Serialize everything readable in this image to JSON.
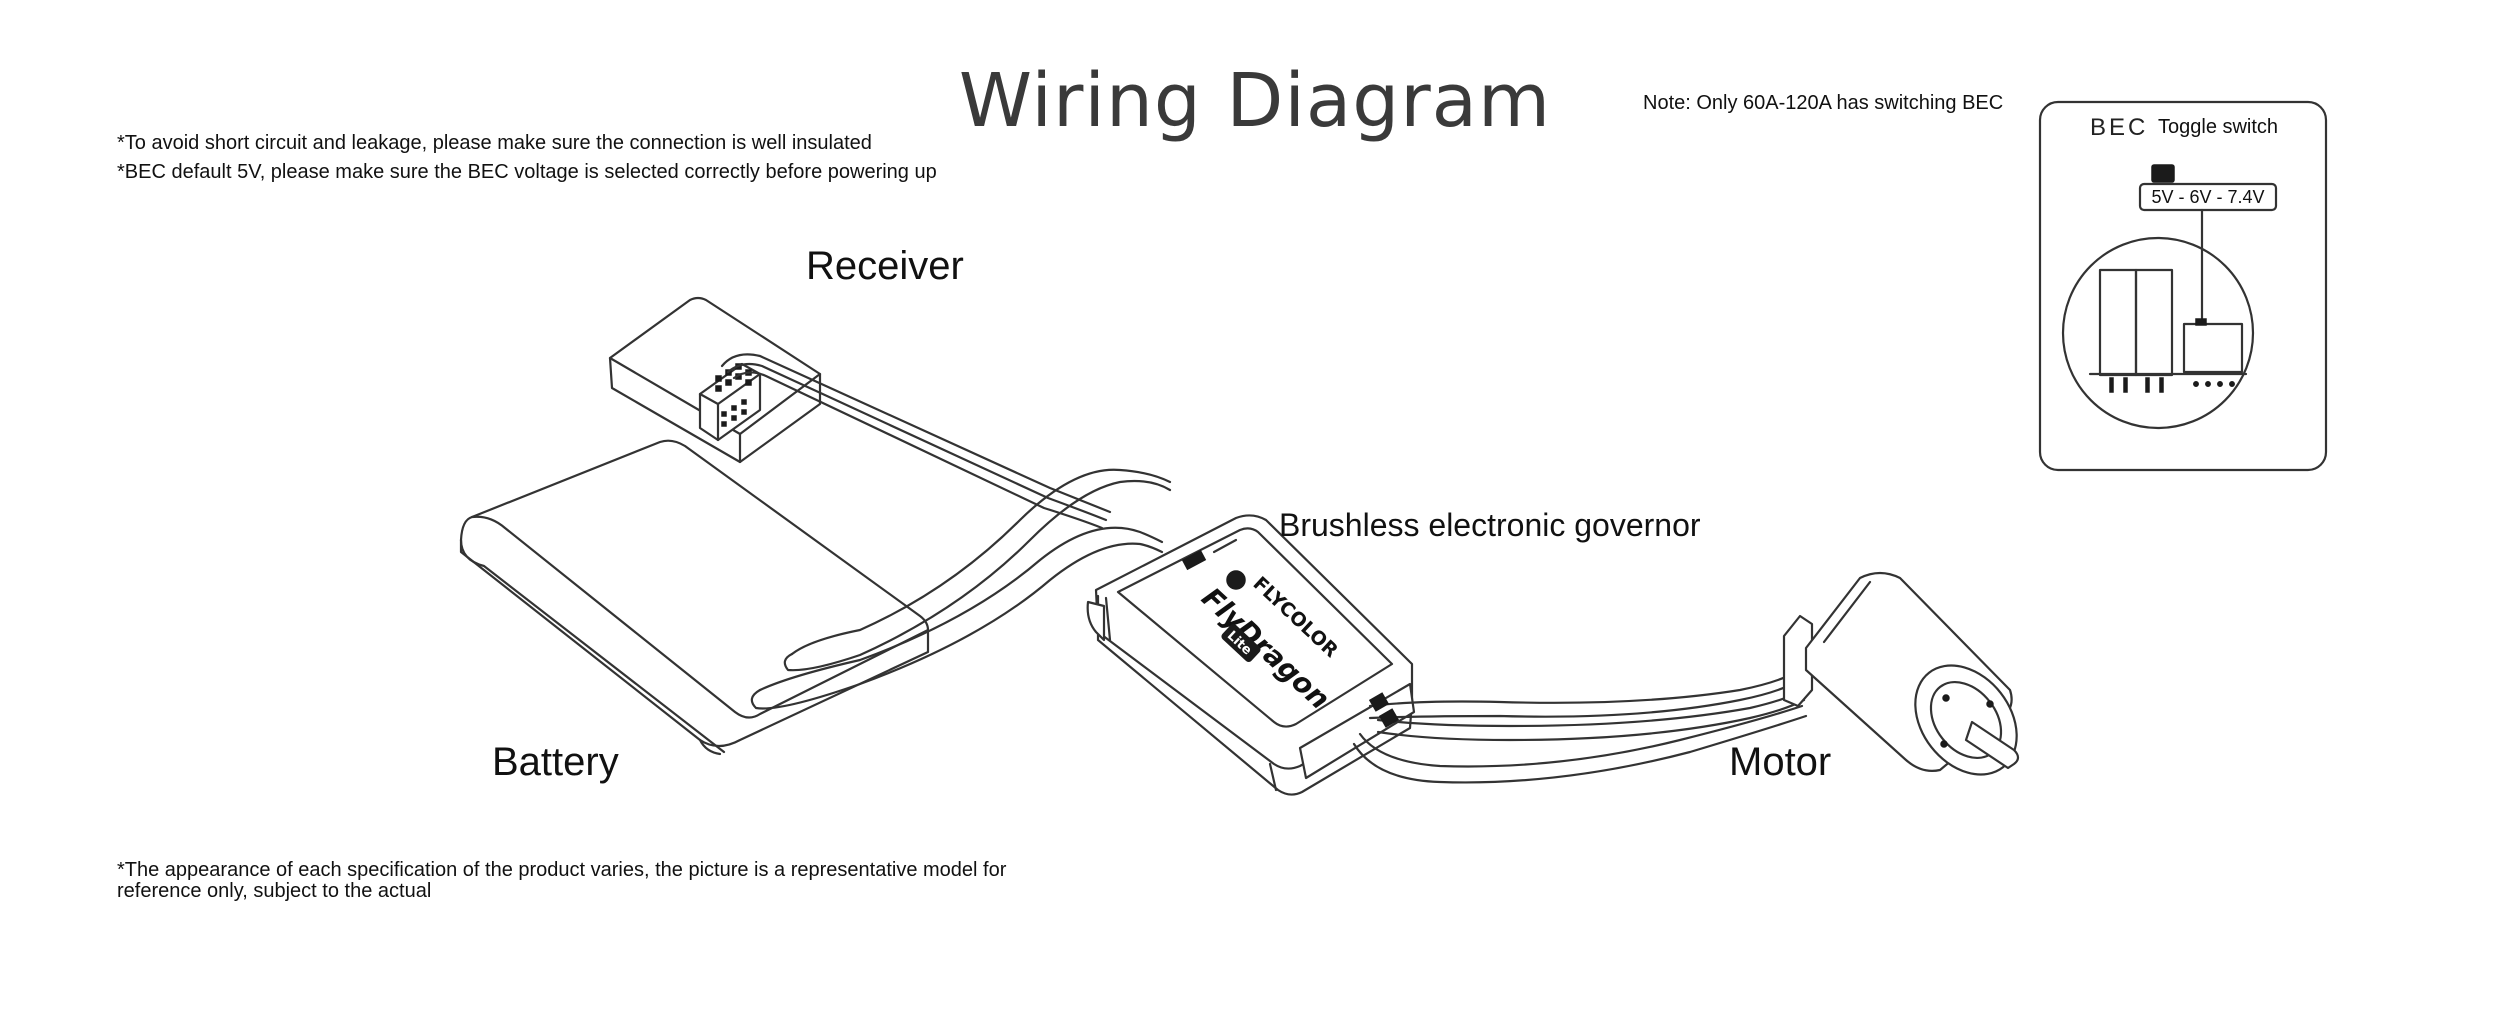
{
  "title": "Wiring Diagram",
  "notes": {
    "insulation": "*To avoid short circuit and leakage, please make sure the connection is well insulated",
    "bec_default": "*BEC default 5V, please make sure the BEC voltage is selected correctly before powering up",
    "switching_bec": "Note: Only 60A-120A has switching BEC",
    "disclaimer_line1": "*The appearance of each specification of the product varies, the picture is a representative model for",
    "disclaimer_line2": "reference only, subject to the actual"
  },
  "labels": {
    "receiver": "Receiver",
    "battery": "Battery",
    "esc": "Brushless electronic governor",
    "motor": "Motor"
  },
  "bec_inset": {
    "bec": "BEC",
    "toggle": "Toggle switch",
    "options": "5V - 6V - 7.4V"
  },
  "esc_brand": {
    "maker": "FLYCOLOR",
    "model": "FlyDragon",
    "variant": "Lite"
  },
  "colors": {
    "line": "#333333",
    "title": "#3a3a3a",
    "background": "#ffffff"
  }
}
